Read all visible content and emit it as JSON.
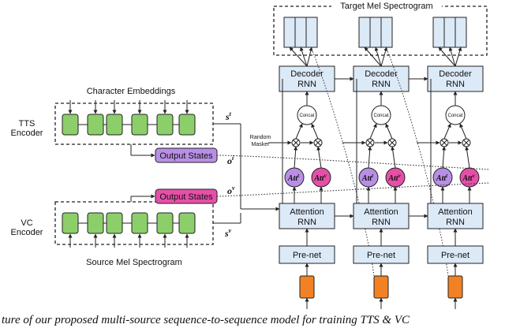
{
  "title_top": "Target Mel Spectrogram",
  "char_embeddings": "Character Embeddings",
  "tts_encoder": [
    "TTS",
    "Encoder"
  ],
  "vc_encoder": [
    "VC",
    "Encoder"
  ],
  "source_mel": "Source Mel Spectrogram",
  "output_states": "Output States",
  "s_t": "s",
  "s_t_sup": "t",
  "s_v": "s",
  "s_v_sup": "v",
  "o_i": "o",
  "o_i_sup": "i",
  "o_v": "o",
  "o_v_sup": "v",
  "random_masker": [
    "Random",
    "Masker"
  ],
  "decoder_rnn": [
    "Decoder",
    "RNN"
  ],
  "attention_rnn": [
    "Attention",
    "RNN"
  ],
  "prenet": "Pre-net",
  "concat": "Concat",
  "att_t": "Att",
  "att_t_sup": "t",
  "att_v": "Att",
  "att_v_sup": "v",
  "caption": "ture of our proposed multi-source sequence-to-sequence model for training TTS & VC",
  "colors": {
    "block": "#dce9f7",
    "encoder_cell": "#8ccf6a",
    "output_tts": "#b98fe6",
    "output_vc": "#e64fa8",
    "att_t": "#b98fe6",
    "att_v": "#e64fa8",
    "input": "#f28124",
    "stroke": "#222222"
  }
}
